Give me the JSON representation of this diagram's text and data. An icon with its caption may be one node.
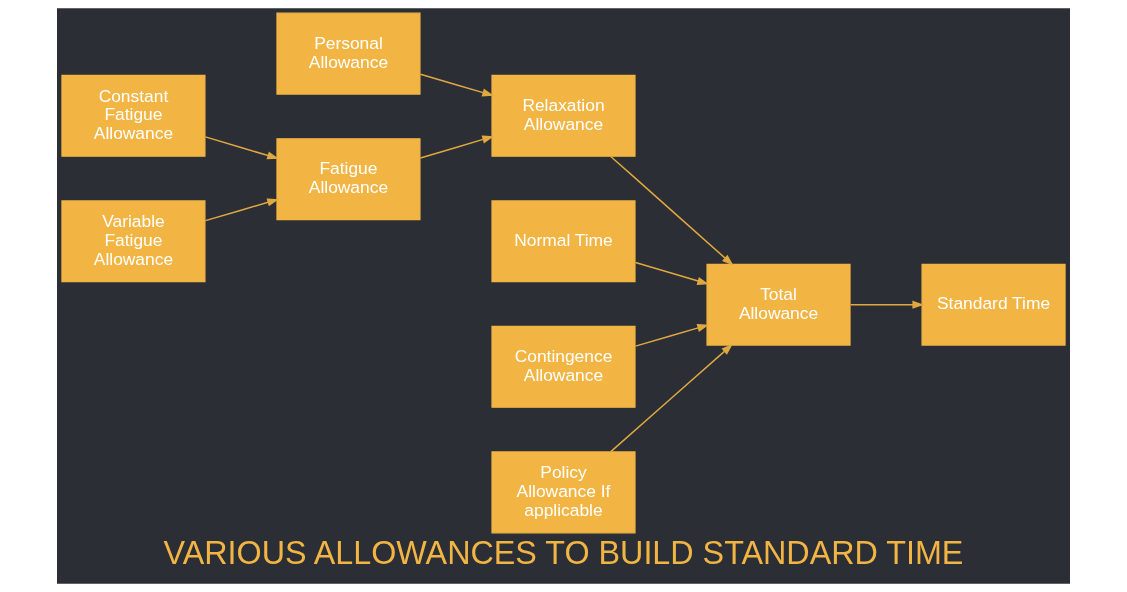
{
  "diagram": {
    "title": "VARIOUS ALLOWANCES TO BUILD STANDARD TIME",
    "nodes": [
      {
        "text": [
          "Personal Allowance"
        ]
      },
      {
        "text": [
          "Relaxation Allowance"
        ]
      },
      {
        "text": [
          "Normal Time"
        ]
      },
      {
        "text": [
          "Constant Fatigue Allowance"
        ]
      },
      {
        "text": [
          "Fatigue Allowance"
        ]
      },
      {
        "text": [
          "Contingence Allowance"
        ]
      },
      {
        "text": [
          "Total Allowance"
        ]
      },
      {
        "text": [
          "Variable Fatigue Allowance"
        ]
      },
      {
        "text": [
          "Policy Allowance If applicable"
        ]
      },
      {
        "text": [
          "Standard Time"
        ]
      }
    ],
    "edges": [
      {
        "from": 0,
        "to": 1,
        "arrow": "to"
      },
      {
        "from": 4,
        "to": 1,
        "arrow": "to"
      },
      {
        "from": 3,
        "to": 4,
        "arrow": "to"
      },
      {
        "from": 7,
        "to": 4,
        "arrow": "to"
      },
      {
        "from": 1,
        "to": 6,
        "arrow": "to"
      },
      {
        "from": 2,
        "to": 6,
        "arrow": "to"
      },
      {
        "from": 5,
        "to": 6,
        "arrow": "to"
      },
      {
        "from": 8,
        "to": 6,
        "arrow": "to"
      },
      {
        "from": 6,
        "to": 9,
        "arrow": "to"
      }
    ]
  }
}
